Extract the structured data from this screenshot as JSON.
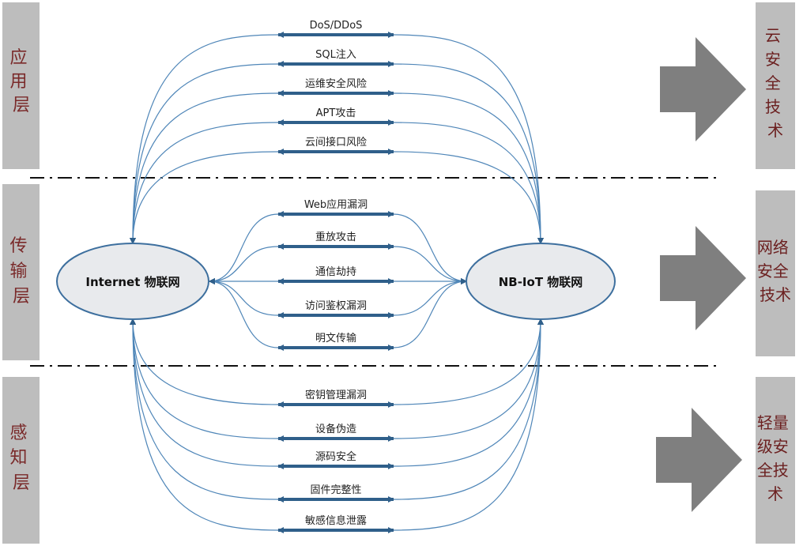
{
  "nodes": {
    "left": "Internet 物联网",
    "right": "NB-IoT 物联网"
  },
  "layers": [
    {
      "label": [
        "应",
        "用",
        "层"
      ],
      "threats": [
        "DoS/DDoS",
        "SQL注入",
        "运维安全风险",
        "APT攻击",
        "云间接口风险"
      ],
      "tech": [
        "云",
        "安",
        "全",
        "技",
        "术"
      ]
    },
    {
      "label": [
        "传",
        "输",
        "层"
      ],
      "threats": [
        "Web应用漏洞",
        "重放攻击",
        "通信劫持",
        "访问鉴权漏洞",
        "明文传输"
      ],
      "tech": [
        "网络",
        "安全",
        "技术"
      ]
    },
    {
      "label": [
        "感",
        "知",
        "层"
      ],
      "threats": [
        "密钥管理漏洞",
        "设备伪造",
        "源码安全",
        "固件完整性",
        "敏感信息泄露"
      ],
      "tech": [
        "轻量",
        "级安",
        "全技",
        "术"
      ]
    }
  ],
  "colors": {
    "side_panel": "#bdbdbd",
    "arrow": "#7f7f7f",
    "curve": "#4f86b8",
    "threat_bar": "#2f5f8a",
    "node_fill": "#e8eaed",
    "node_stroke": "#3d6f9e",
    "divider": "#111111"
  }
}
